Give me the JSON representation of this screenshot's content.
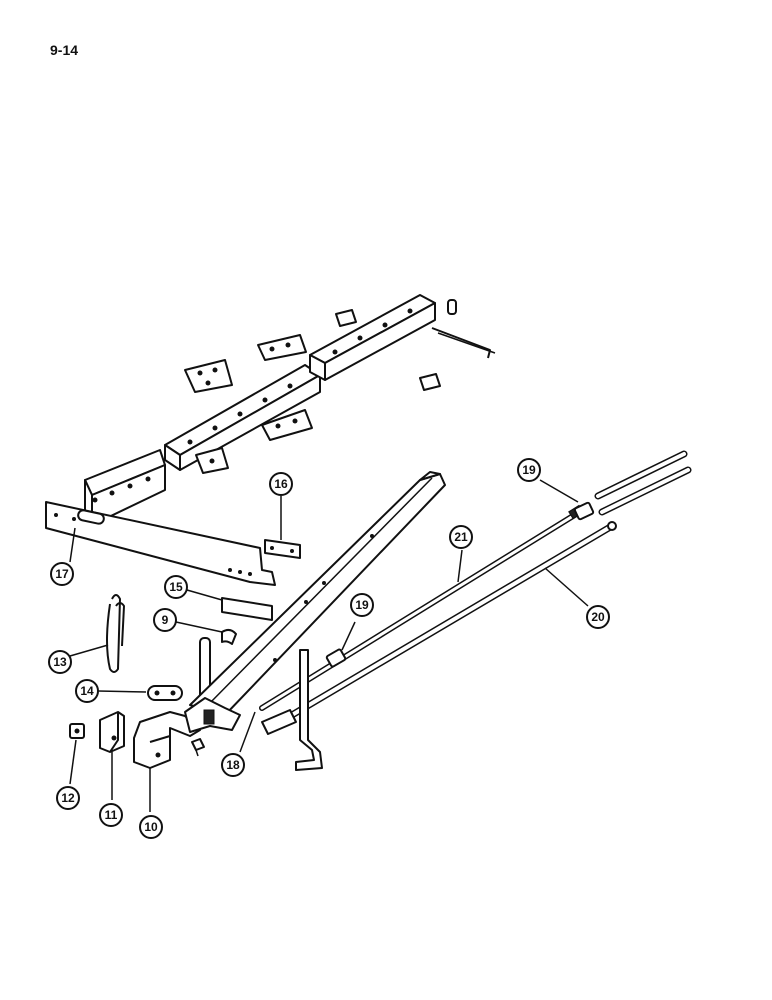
{
  "page": {
    "number": "9-14"
  },
  "callouts": [
    {
      "id": "c9",
      "label": "9"
    },
    {
      "id": "c10",
      "label": "10"
    },
    {
      "id": "c11",
      "label": "11"
    },
    {
      "id": "c12",
      "label": "12"
    },
    {
      "id": "c13",
      "label": "13"
    },
    {
      "id": "c14",
      "label": "14"
    },
    {
      "id": "c15",
      "label": "15"
    },
    {
      "id": "c16",
      "label": "16"
    },
    {
      "id": "c17",
      "label": "17"
    },
    {
      "id": "c18",
      "label": "18"
    },
    {
      "id": "c19a",
      "label": "19"
    },
    {
      "id": "c19b",
      "label": "19"
    },
    {
      "id": "c20",
      "label": "20"
    },
    {
      "id": "c21",
      "label": "21"
    }
  ]
}
